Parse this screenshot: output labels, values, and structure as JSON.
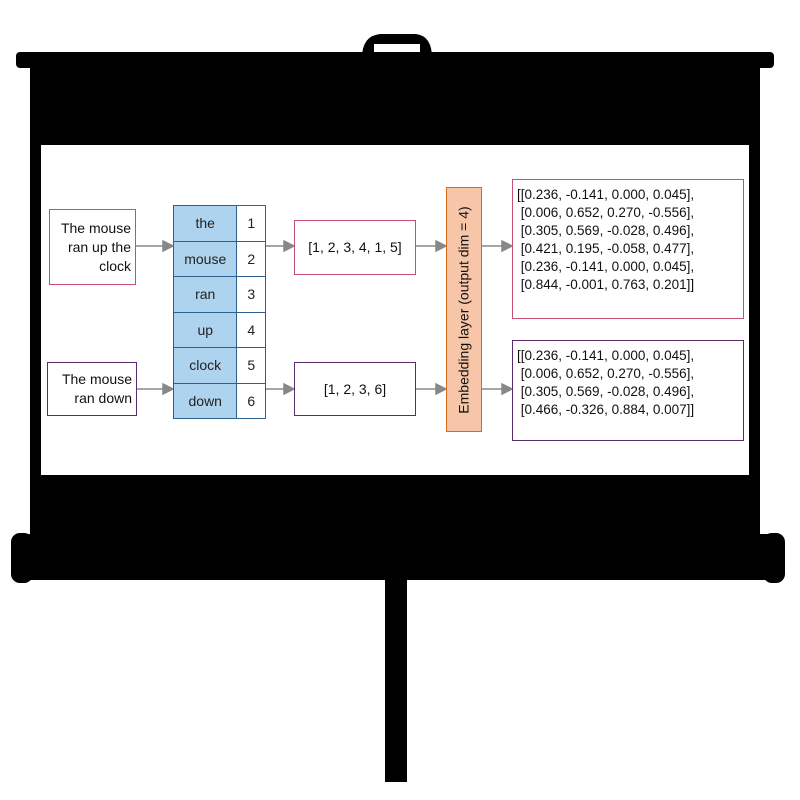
{
  "diagram": {
    "sentences": [
      "The mouse ran up the clock",
      "The mouse ran down"
    ],
    "vocabulary": [
      {
        "word": "the",
        "index": "1"
      },
      {
        "word": "mouse",
        "index": "2"
      },
      {
        "word": "ran",
        "index": "3"
      },
      {
        "word": "up",
        "index": "4"
      },
      {
        "word": "clock",
        "index": "5"
      },
      {
        "word": "down",
        "index": "6"
      }
    ],
    "index_sequences": [
      "[1, 2, 3, 4, 1, 5]",
      "[1, 2, 3, 6]"
    ],
    "embedding_layer_label": "Embedding layer (output dim = 4)",
    "embeddings": [
      [
        "[[0.236, -0.141, 0.000, 0.045],",
        " [0.006, 0.652, 0.270, -0.556],",
        " [0.305, 0.569, -0.028, 0.496],",
        " [0.421, 0.195, -0.058, 0.477],",
        " [0.236, -0.141, 0.000, 0.045],",
        " [0.844, -0.001, 0.763, 0.201]]"
      ],
      [
        "[[0.236, -0.141, 0.000, 0.045],",
        " [0.006, 0.652, 0.270, -0.556],",
        " [0.305, 0.569, -0.028, 0.496],",
        " [0.466, -0.326, 0.884, 0.007]]"
      ]
    ]
  }
}
